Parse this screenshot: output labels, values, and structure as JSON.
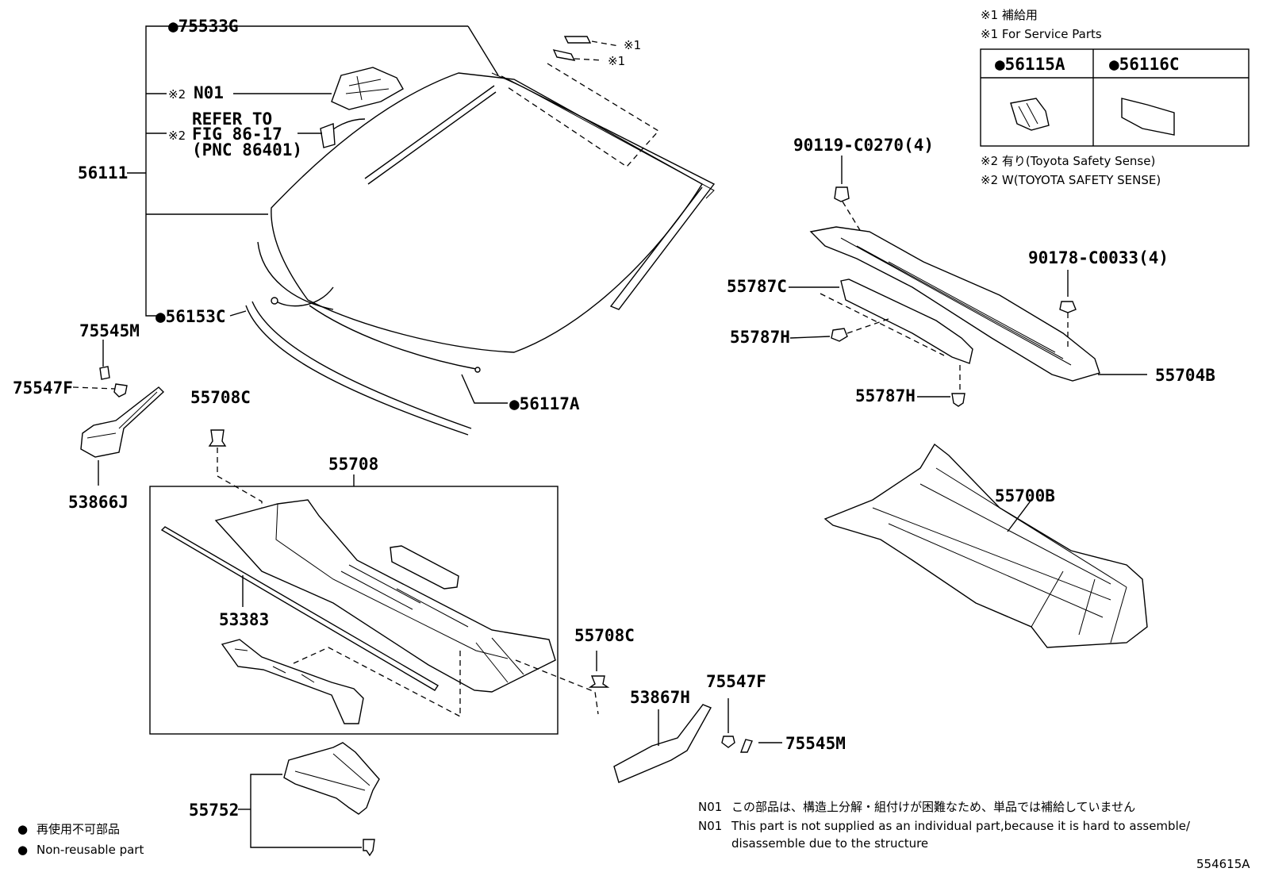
{
  "diagram_id": "554615A",
  "notes": {
    "service_jp": "※1 補給用",
    "service_en": "※1 For Service Parts",
    "tss_jp": "※2 有り(Toyota Safety Sense)",
    "tss_en": "※2 W(TOYOTA SAFETY SENSE)",
    "mark1": "※1",
    "mark2": "※2",
    "n01_tag": "N01",
    "n01_jp": "この部品は、構造上分解・組付けが困難なため、単品では補給していません",
    "n01_en_1": "This part is not supplied as an individual part,because it is hard to assemble/",
    "n01_en_2": "disassemble due to the structure"
  },
  "service_table": {
    "col1": "●56115A",
    "col2": "●56116C"
  },
  "legend": {
    "bullet": "●",
    "jp": "再使用不可部品",
    "en": "Non-reusable part"
  },
  "labels": {
    "p75533G": "●75533G",
    "n01": "N01",
    "refer1": "REFER TO",
    "refer2": "FIG 86-17",
    "refer3": "(PNC 86401)",
    "p56111": "56111",
    "p56153C": "●56153C",
    "p56117A": "●56117A",
    "p75545M_l": "75545M",
    "p75547F_l": "75547F",
    "p53866J": "53866J",
    "p55708C_t": "55708C",
    "p55708": "55708",
    "p53383": "53383",
    "p55708C_r": "55708C",
    "p53867H": "53867H",
    "p75547F_r": "75547F",
    "p75545M_r": "75545M",
    "p55752": "55752",
    "p90119": "90119-C0270(4)",
    "p90178": "90178-C0033(4)",
    "p55787C": "55787C",
    "p55787H_a": "55787H",
    "p55787H_b": "55787H",
    "p55704B": "55704B",
    "p55700B": "55700B"
  }
}
